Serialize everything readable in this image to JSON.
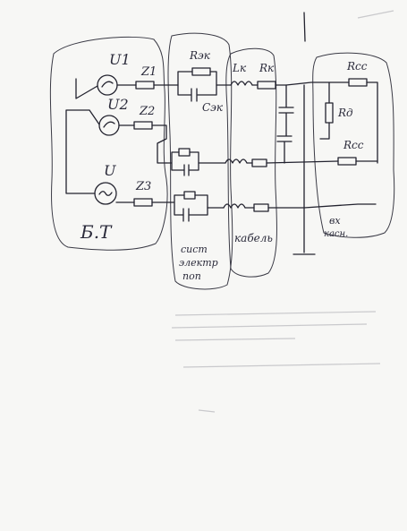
{
  "sources": {
    "u1": "U1",
    "z1": "Z1",
    "u2": "U2",
    "z2": "Z2",
    "u": "U",
    "z3": "Z3",
    "block_label": "Б.Т"
  },
  "electrodes": {
    "r_ek": "Rэк",
    "c_ek": "Cэк",
    "label_line1": "сист",
    "label_line2": "электр",
    "label_line3": "поп"
  },
  "cable": {
    "l_k": "Lк",
    "r_k": "Rк",
    "label": "кабель"
  },
  "input": {
    "r_ss_top": "Rсс",
    "r_d": "Rд",
    "r_ss_bottom": "Rсс",
    "label_line1": "вх",
    "label_line2": "касн."
  }
}
